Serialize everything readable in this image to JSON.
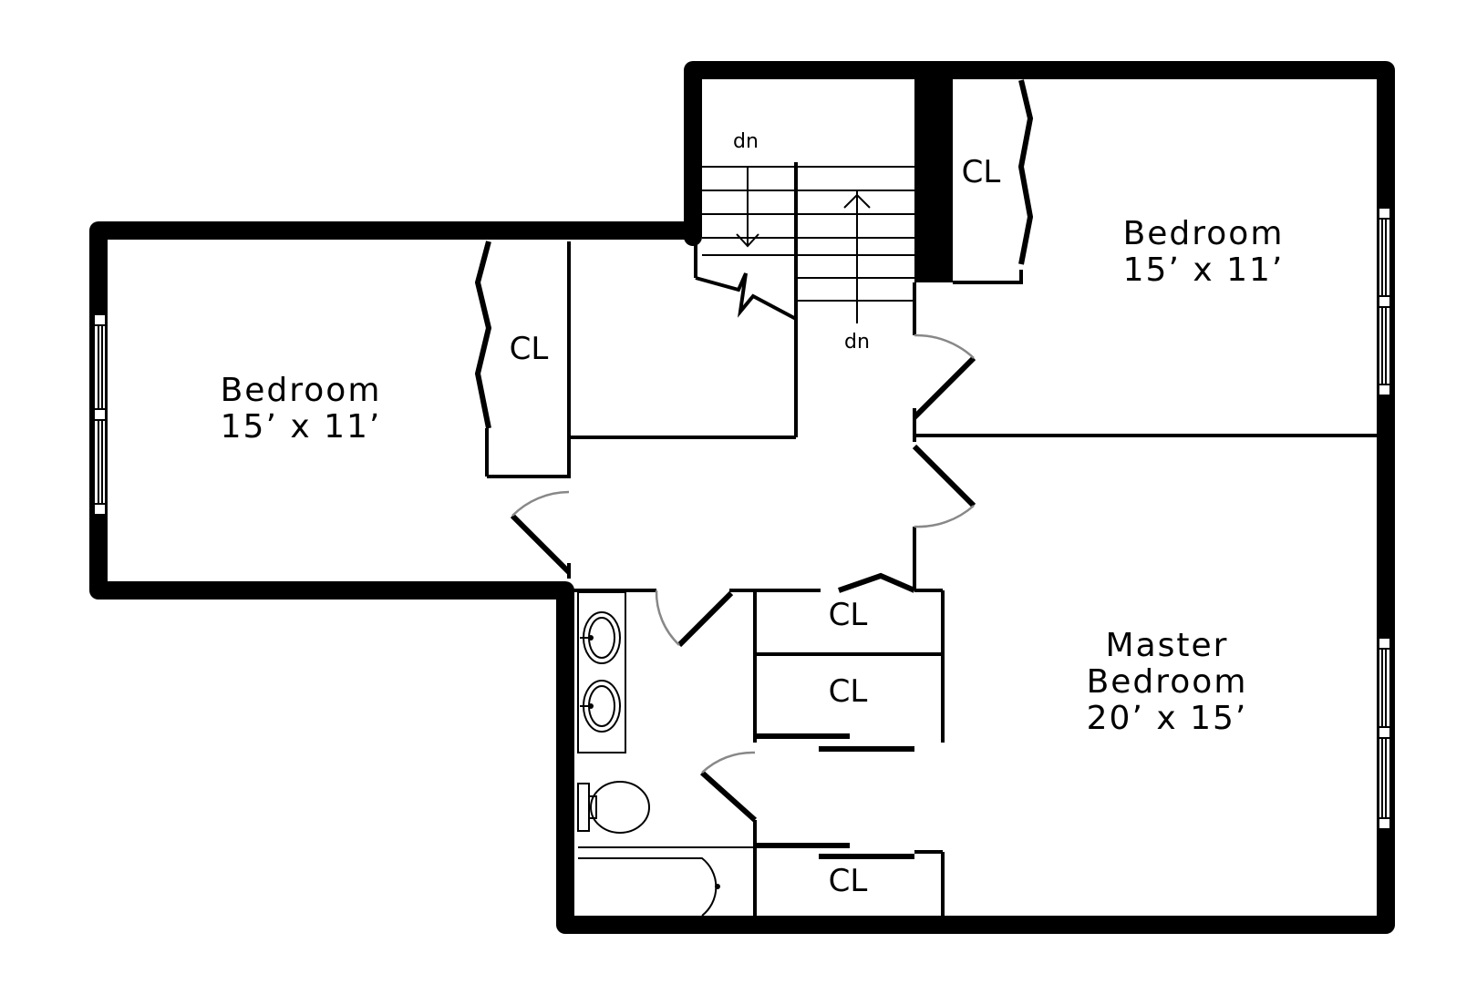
{
  "rooms": {
    "bedroom_left": {
      "name": "Bedroom",
      "size": "15’ x 11’"
    },
    "bedroom_right": {
      "name": "Bedroom",
      "size": "15’ x 11’"
    },
    "master": {
      "line1": "Master",
      "line2": "Bedroom",
      "size": "20’ x 15’"
    }
  },
  "closets": {
    "label": "CL"
  },
  "stairs": {
    "down_top": "dn",
    "down_bottom": "dn"
  }
}
